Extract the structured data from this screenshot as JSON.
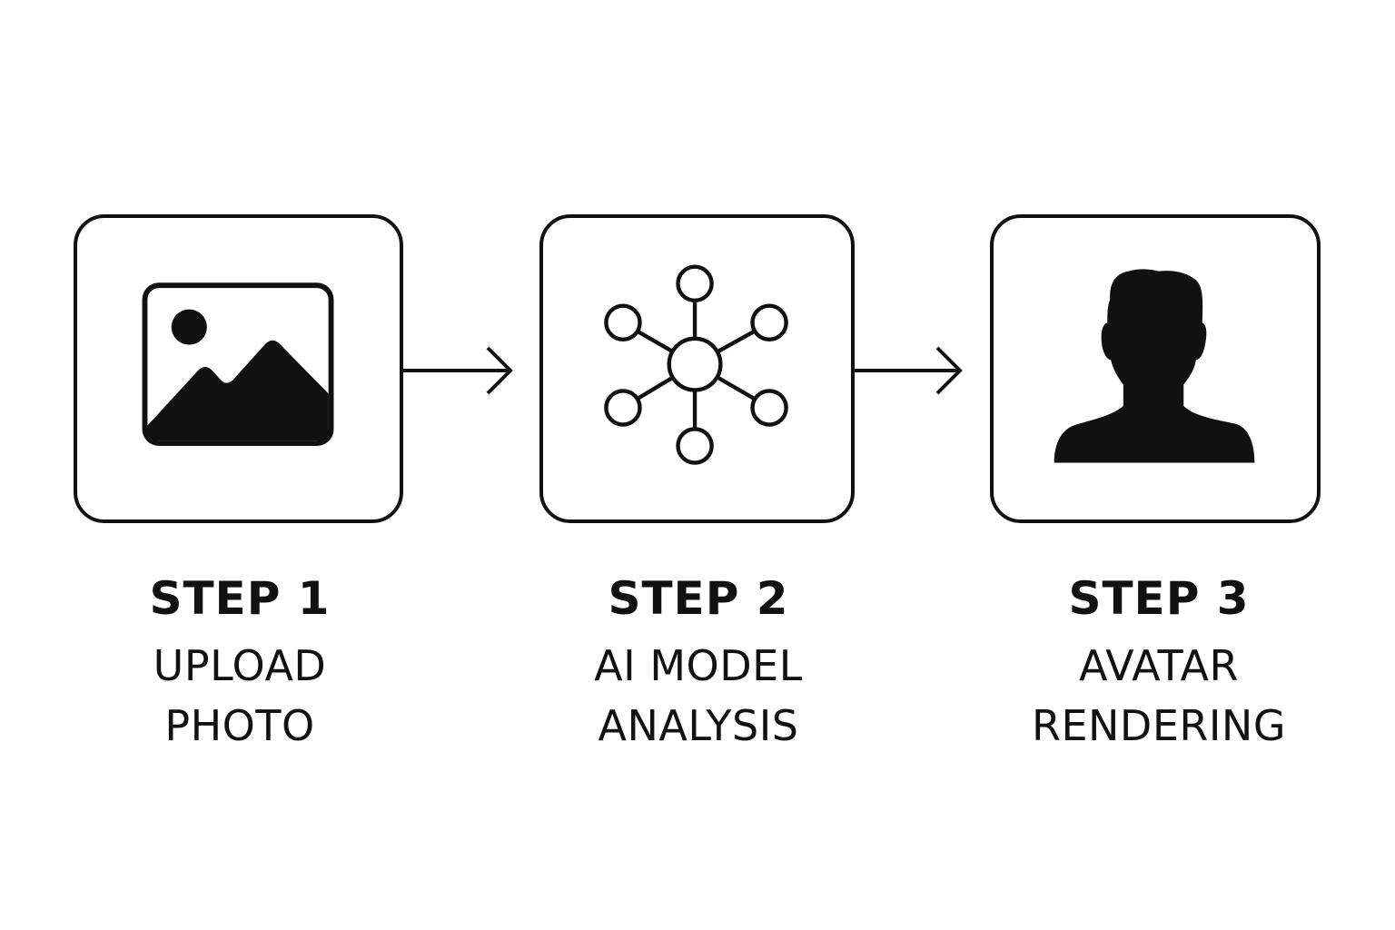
{
  "colors": {
    "ink": "#111111",
    "background": "#ffffff"
  },
  "steps": [
    {
      "title": "STEP 1",
      "desc_line1": "UPLOAD",
      "desc_line2": "PHOTO",
      "icon": "image-icon"
    },
    {
      "title": "STEP 2",
      "desc_line1": "AI MODEL",
      "desc_line2": "ANALYSIS",
      "icon": "neural-network-icon"
    },
    {
      "title": "STEP 3",
      "desc_line1": "AVATAR",
      "desc_line2": "RENDERING",
      "icon": "avatar-silhouette-icon"
    }
  ],
  "connectors": [
    {
      "from": "STEP 1",
      "to": "STEP 2",
      "icon": "arrow-right-icon"
    },
    {
      "from": "STEP 2",
      "to": "STEP 3",
      "icon": "arrow-right-icon"
    }
  ]
}
